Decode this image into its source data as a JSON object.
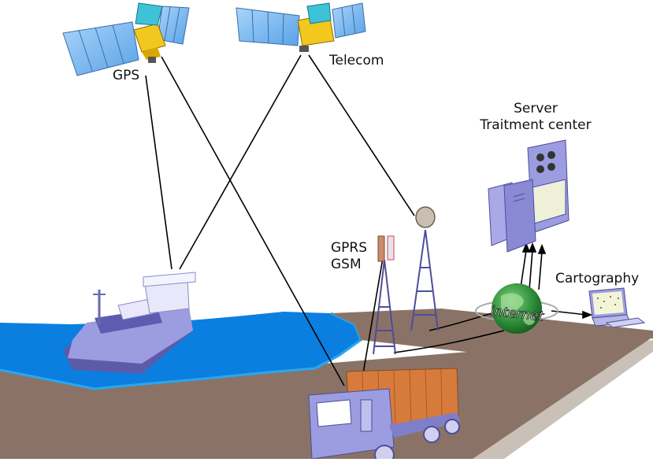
{
  "labels": {
    "gps": "GPS",
    "telecom": "Telecom",
    "server_line1": "Server",
    "server_line2": "Traitment center",
    "gprs_line1": "GPRS",
    "gprs_line2": "GSM",
    "cartography": "Cartography",
    "internet": "internet"
  },
  "colors": {
    "sea": "#0b7fe0",
    "land": "#8a7366",
    "land_edge": "#c9c0b8",
    "solar_panel": "#74b4ee",
    "satellite_gold": "#f2c81e",
    "ship_hull": "#7f7fc9",
    "container": "#d77b3c",
    "globe_green": "#2f8f3a",
    "server": "#9c9ce0",
    "link_line": "#000000"
  },
  "icons": [
    "gps-satellite-icon",
    "telecom-satellite-icon",
    "cargo-ship-icon",
    "truck-icon",
    "gsm-antenna-icon",
    "dish-tower-icon",
    "internet-globe-icon",
    "server-icon",
    "computer-icon"
  ]
}
